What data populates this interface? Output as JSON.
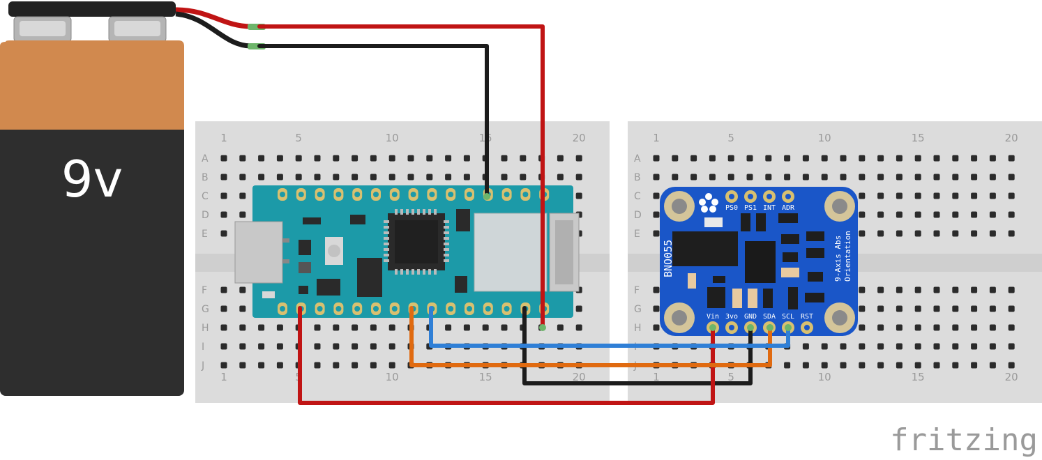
{
  "battery": {
    "label": "9v"
  },
  "breadboard": {
    "column_numbers": [
      "1",
      "5",
      "10",
      "15",
      "20"
    ],
    "rows_top": [
      "A",
      "B",
      "C",
      "D",
      "E"
    ],
    "rows_bottom": [
      "F",
      "G",
      "H",
      "I",
      "J"
    ]
  },
  "bno055": {
    "name": "BNO055",
    "subtitle_line1": "9-Axis Abs",
    "subtitle_line2": "Orientation",
    "top_pins": [
      "PS0",
      "PS1",
      "INT",
      "ADR"
    ],
    "bottom_pins": [
      "Vin",
      "3vo",
      "GND",
      "SDA",
      "SCL",
      "RST"
    ]
  },
  "watermark": "fritzing",
  "colors": {
    "wire_red": "#c01414",
    "wire_black": "#1c1c1c",
    "wire_orange": "#e06a10",
    "wire_blue": "#2f7fd6",
    "arduino_board": "#1c9aa8",
    "bno_board": "#1a56c8",
    "battery_top": "#d1894e",
    "battery_body": "#2e2e2e"
  }
}
